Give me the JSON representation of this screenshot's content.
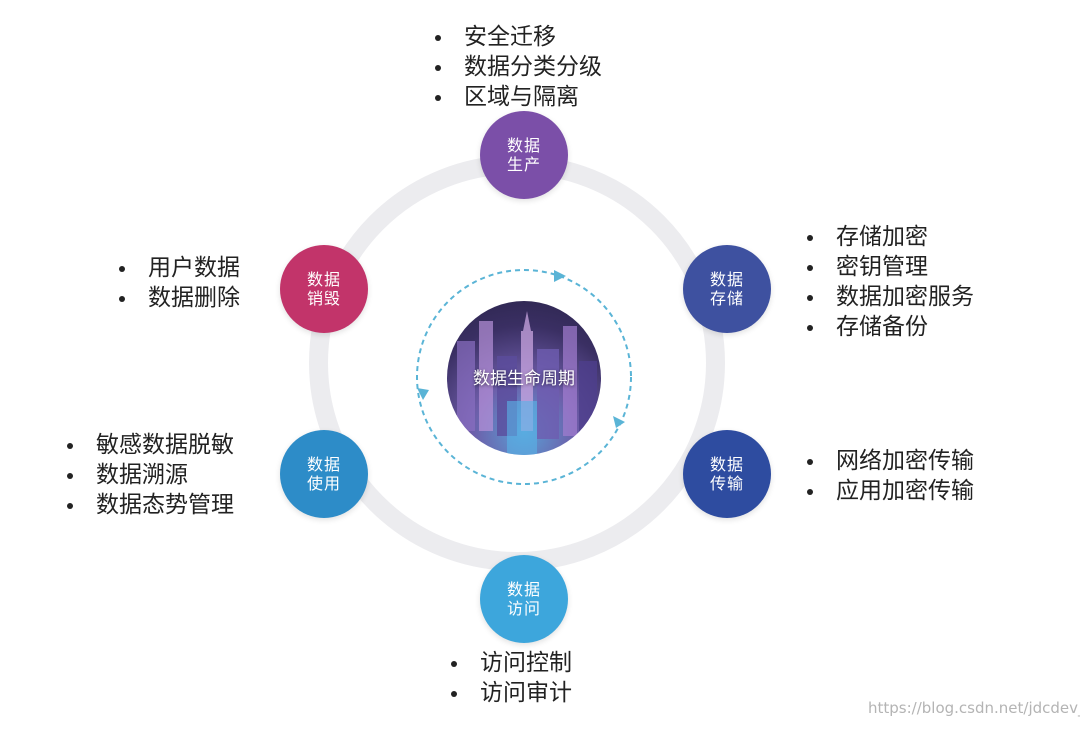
{
  "colors": {
    "ring": "#ececef",
    "production": "#7b4fa8",
    "storage": "#3e51a0",
    "transfer": "#2e4ca0",
    "access": "#3da6dc",
    "usage": "#2d8cc8",
    "destruction": "#c2346a",
    "dash": "#5ab4d6"
  },
  "hub": {
    "label": "数据生命周期"
  },
  "stages": {
    "production": {
      "line1": "数据",
      "line2": "生产",
      "items": [
        "安全迁移",
        "数据分类分级",
        "区域与隔离"
      ]
    },
    "storage": {
      "line1": "数据",
      "line2": "存储",
      "items": [
        "存储加密",
        "密钥管理",
        "数据加密服务",
        "存储备份"
      ]
    },
    "transfer": {
      "line1": "数据",
      "line2": "传输",
      "items": [
        "网络加密传输",
        "应用加密传输"
      ]
    },
    "access": {
      "line1": "数据",
      "line2": "访问",
      "items": [
        "访问控制",
        "访问审计"
      ]
    },
    "usage": {
      "line1": "数据",
      "line2": "使用",
      "items": [
        "敏感数据脱敏",
        "数据溯源",
        "数据态势管理"
      ]
    },
    "destruction": {
      "line1": "数据",
      "line2": "销毁",
      "items": [
        "用户数据",
        "数据删除"
      ]
    }
  },
  "watermark": "https://blog.csdn.net/jdcdev_"
}
